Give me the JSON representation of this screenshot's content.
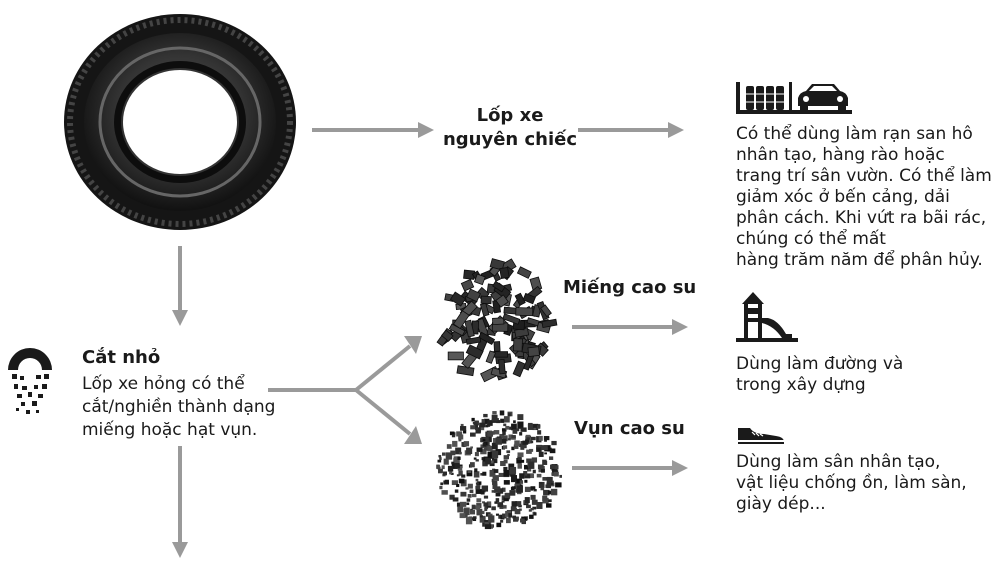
{
  "whole_tire": {
    "title_line1": "Lốp  xe",
    "title_line2": "nguyên chiếc",
    "use_text": "Có thể dùng làm rạn san hô\nnhân tạo, hàng rào hoặc\ntrang trí sân vườn. Có thể làm\ngiảm xóc ở bến cảng, dải\nphân cách. Khi vứt ra bãi rác,\nchúng có thể mất\nhàng trăm năm để phân hủy."
  },
  "shredding": {
    "title": "Cắt nhỏ",
    "text": "Lốp xe hỏng có thể\ncắt/nghiền thành dạng\nmiếng hoặc hạt vụn."
  },
  "rubber_chips": {
    "title": "Miếng cao su",
    "use_text": "Dùng làm đường và\ntrong xây dựng"
  },
  "crumb_rubber": {
    "title": "Vụn cao su",
    "use_text": "Dùng làm sân nhân tạo,\nvật liệu chống ồn, làm sàn,\ngiày dép..."
  },
  "colors": {
    "arrow": "#9a9a9a",
    "ink": "#1a1a1a",
    "rubber": "#2a2a2a"
  },
  "icons": [
    "tire-icon",
    "tire-stack-car-icon",
    "shredder-icon",
    "playground-slide-icon",
    "sneaker-icon",
    "rubber-chips-pile",
    "crumb-rubber-pile"
  ]
}
